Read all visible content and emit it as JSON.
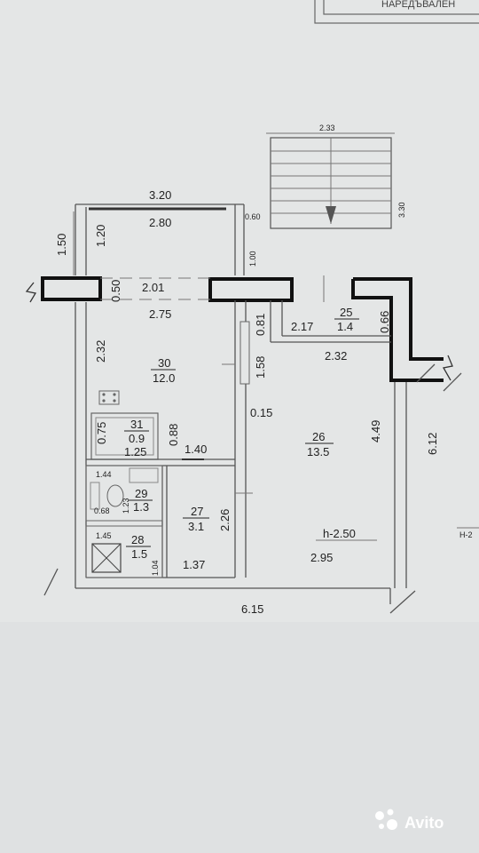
{
  "stamp": {
    "text": "НАРЕДЪВАЛЕН"
  },
  "stairs": {
    "width_label": "2.33",
    "height_label": "3.30"
  },
  "dimensions": {
    "top_outer": "3.20",
    "top_inner": "2.80",
    "right_of_top": "0.60",
    "left_outer": "1.50",
    "left_upper": "1.20",
    "upper_right_wall": "1.00",
    "wall_thickness": "0.50",
    "opening_width": "2.01",
    "room30_width": "2.75",
    "room30_height": "2.32",
    "closet_width": "0.75",
    "closet_height": "0.88",
    "closet_depth": "1.25",
    "corridor_width": "1.40",
    "bath_width": "1.44",
    "bath_small": "0.68",
    "bath_height": "1.23",
    "wc_width": "1.45",
    "wc_height": "1.04",
    "room27_width": "1.37",
    "room27_height": "2.26",
    "door_a": "0.81",
    "door_b": "1.58",
    "wall_gap": "0.15",
    "room25_a": "2.17",
    "room25_b": "0.66",
    "room25_c": "2.32",
    "room26_height": "4.49",
    "room26_width": "2.95",
    "right_total": "6.12",
    "bottom_total": "6.15",
    "ceiling": "h-2.50",
    "edge_label": "H-2"
  },
  "rooms": [
    {
      "number": "30",
      "area": "12.0"
    },
    {
      "number": "31",
      "area": "0.9"
    },
    {
      "number": "29",
      "area": "1.3"
    },
    {
      "number": "28",
      "area": "1.5"
    },
    {
      "number": "27",
      "area": "3.1"
    },
    {
      "number": "26",
      "area": "13.5"
    },
    {
      "number": "25",
      "area": "1.4"
    }
  ],
  "watermark": {
    "text": "Avito",
    "icon": "avito-dots-icon"
  }
}
